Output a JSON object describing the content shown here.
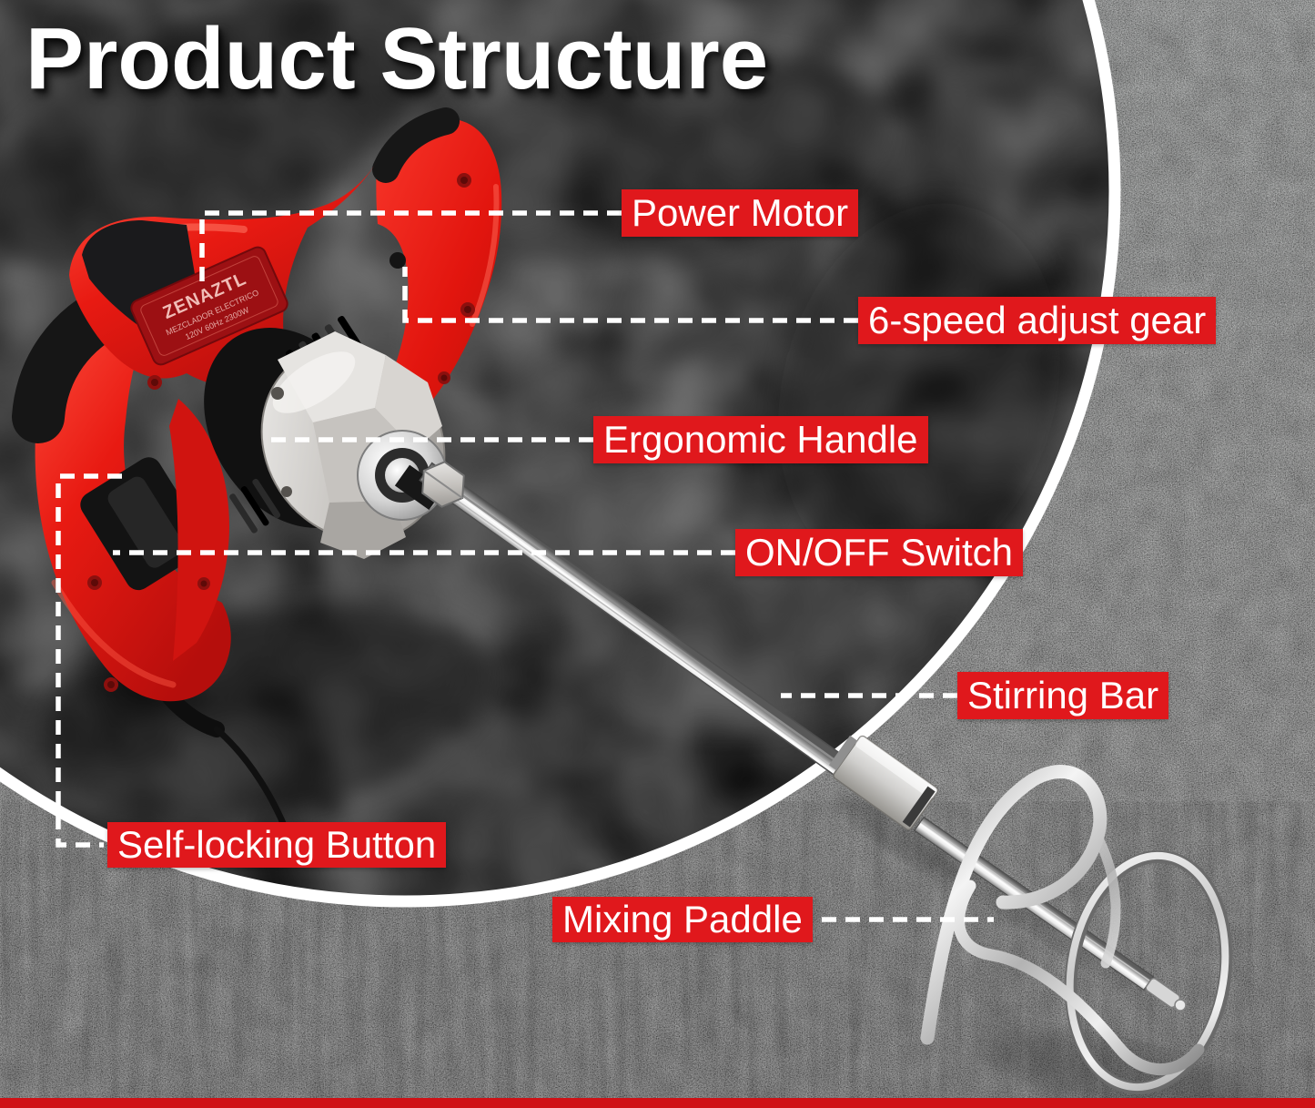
{
  "title": "Product Structure",
  "callouts": [
    {
      "id": "power-motor",
      "label": "Power Motor"
    },
    {
      "id": "speed-gear",
      "label": "6-speed adjust gear"
    },
    {
      "id": "ergonomic-handle",
      "label": "Ergonomic Handle"
    },
    {
      "id": "on-off-switch",
      "label": "ON/OFF Switch"
    },
    {
      "id": "stirring-bar",
      "label": "Stirring Bar"
    },
    {
      "id": "self-locking-button",
      "label": "Self-locking Button"
    },
    {
      "id": "mixing-paddle",
      "label": "Mixing Paddle"
    }
  ],
  "product_plate": {
    "brand": "ZENAZTL",
    "line1": "MEZCLADOR ELECTRICO",
    "line2": "120V  60Hz  2300W"
  },
  "colors": {
    "callout_bg": "#e0181c",
    "callout_text": "#ffffff",
    "title_text": "#ffffff",
    "tool_red": "#e81a12",
    "bottom_bar": "#cf1116",
    "circle_ring": "#ffffff"
  }
}
